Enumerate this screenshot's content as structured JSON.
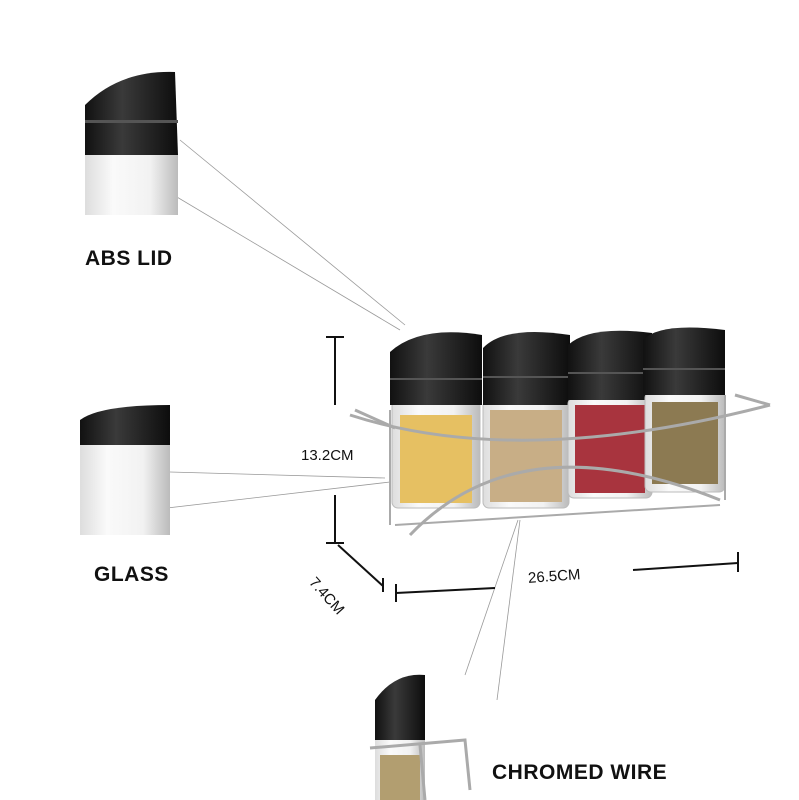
{
  "labels": {
    "lid": "ABS LID",
    "glass": "GLASS",
    "wire": "CHROMED WIRE"
  },
  "dimensions": {
    "height": "13.2CM",
    "depth": "7.4CM",
    "width": "26.5CM"
  },
  "colors": {
    "lid": "#1a1a1a",
    "spice_1": "#e6c062",
    "spice_2": "#c8ae86",
    "spice_3": "#a8343e",
    "spice_4": "#8c7a52"
  }
}
